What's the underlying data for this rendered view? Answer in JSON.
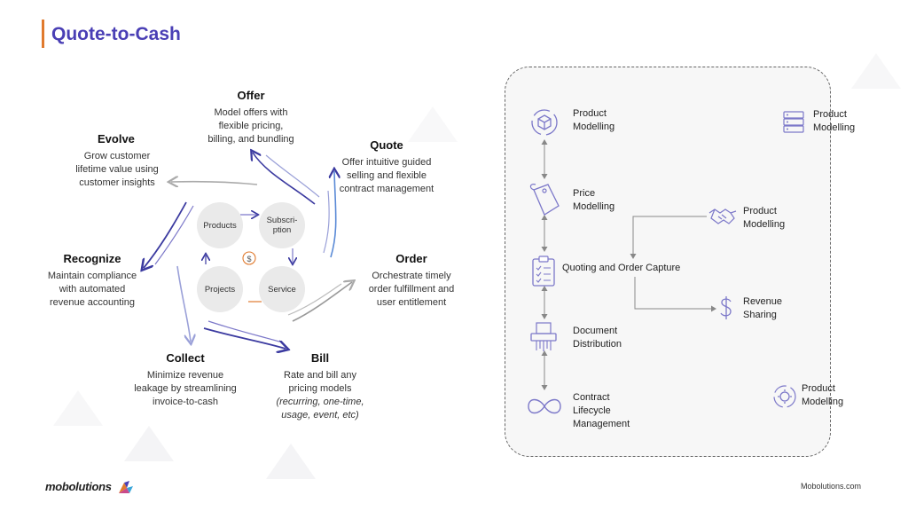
{
  "page": {
    "title": "Quote-to-Cash",
    "brand": "mobolutions",
    "site": "Mobolutions.com"
  },
  "cycle": {
    "center": {
      "products": "Products",
      "subscription": "Subscri-\nption",
      "projects": "Projects",
      "service": "Service"
    },
    "stages": {
      "offer": {
        "title": "Offer",
        "desc": "Model offers with\nflexible pricing,\nbilling, and bundling"
      },
      "quote": {
        "title": "Quote",
        "desc": "Offer intuitive guided\nselling and flexible\ncontract management"
      },
      "order": {
        "title": "Order",
        "desc": "Orchestrate timely\norder fulfillment and\nuser entitlement"
      },
      "bill": {
        "title": "Bill",
        "desc": "Rate and bill any\npricing models",
        "desc_italic": "(recurring, one-time,\nusage, event, etc)"
      },
      "collect": {
        "title": "Collect",
        "desc": "Minimize revenue\nleakage by streamlining\ninvoice-to-cash"
      },
      "recognize": {
        "title": "Recognize",
        "desc": "Maintain compliance\nwith automated\nrevenue accounting"
      },
      "evolve": {
        "title": "Evolve",
        "desc": "Grow customer\nlifetime value using\ncustomer insights"
      }
    }
  },
  "flow": {
    "product_modelling_1": "Product\nModelling",
    "price_modelling": "Price\nModelling",
    "quoting": "Quoting and Order Capture",
    "document_distribution": "Document\nDistribution",
    "contract_lifecycle": "Contract\nLifecycle\nManagement",
    "product_modelling_2": "Product\nModelling",
    "product_modelling_3": "Product\nModelling",
    "revenue_sharing": "Revenue\nSharing",
    "product_modelling_4": "Product\nModelling"
  },
  "colors": {
    "title": "#4a3fb5",
    "accent": "#e07a2e",
    "arrow_dark": "#3b3aa0",
    "arrow_light": "#9aa0d8",
    "icon": "#7c78c9"
  }
}
